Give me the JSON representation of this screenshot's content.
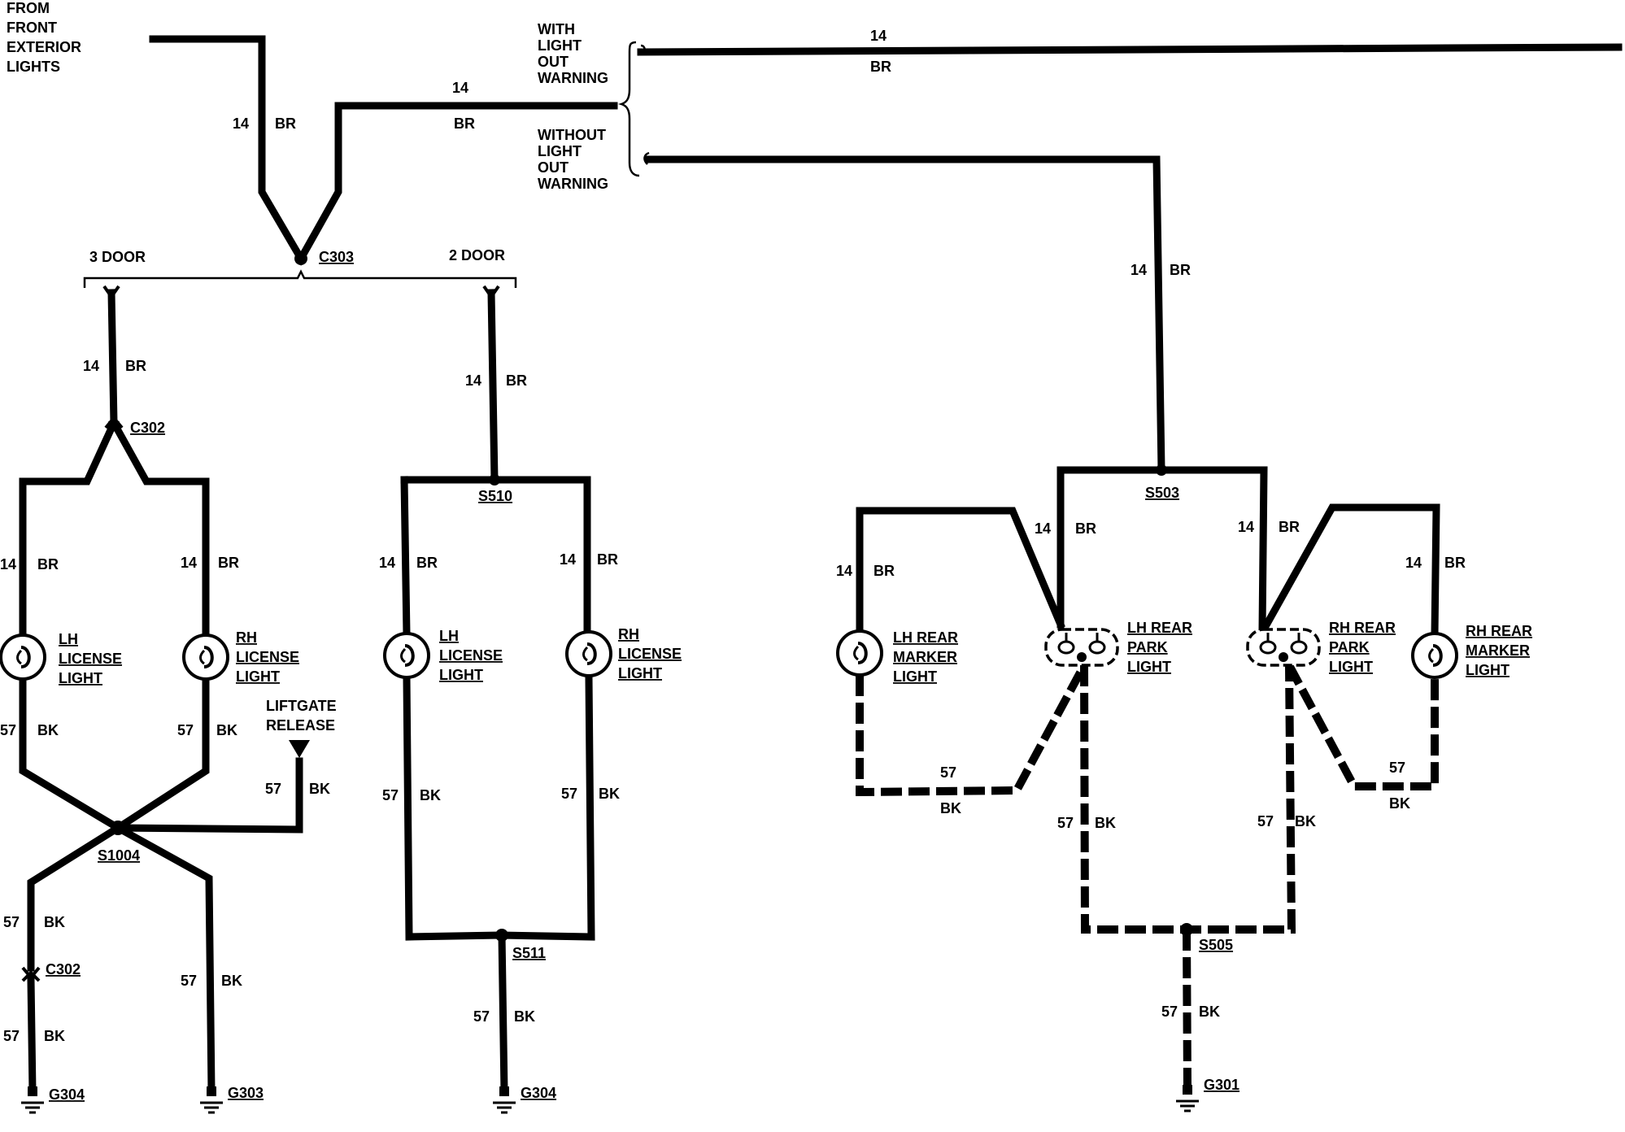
{
  "title_from": [
    "FROM",
    "FRONT",
    "EXTERIOR",
    "LIGHTS"
  ],
  "with_warning": [
    "WITH",
    "LIGHT",
    "OUT",
    "WARNING"
  ],
  "without_warning": [
    "WITHOUT",
    "LIGHT",
    "OUT",
    "WARNING"
  ],
  "three_door": "3 DOOR",
  "two_door": "2 DOOR",
  "liftgate": [
    "LIFTGATE",
    "RELEASE"
  ],
  "circuit": {
    "br_num": "14",
    "br_color": "BR",
    "bk_num": "57",
    "bk_color": "BK"
  },
  "connectors": {
    "c303": "C303",
    "c302": "C302",
    "s510": "S510",
    "s1004": "S1004",
    "s511": "S511",
    "s503": "S503",
    "s505": "S505",
    "g304": "G304",
    "g303": "G303",
    "g301": "G301"
  },
  "components": {
    "lh_license": [
      "LH",
      "LICENSE",
      "LIGHT"
    ],
    "rh_license": [
      "RH",
      "LICENSE",
      "LIGHT"
    ],
    "lh_rear_marker": [
      "LH REAR",
      "MARKER",
      "LIGHT"
    ],
    "lh_rear_park": [
      "LH REAR",
      "PARK",
      "LIGHT"
    ],
    "rh_rear_park": [
      "RH REAR",
      "PARK",
      "LIGHT"
    ],
    "rh_rear_marker": [
      "RH REAR",
      "MARKER",
      "LIGHT"
    ]
  }
}
